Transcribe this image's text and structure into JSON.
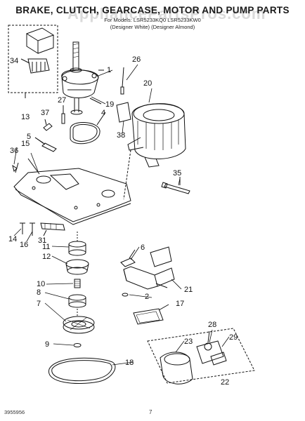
{
  "header": {
    "title": "BRAKE, CLUTCH, GEARCASE, MOTOR AND PUMP PARTS",
    "subtitle_line1": "For Models: LSR5233KQ0  LSR5233KW0",
    "subtitle_line2": "(Designer White)  (Designer Almond)",
    "watermark": "AppliancePartsPros.com"
  },
  "footer": {
    "doc_number": "3955956",
    "page_number": "7"
  },
  "colors": {
    "ink": "#111111",
    "paper": "#ffffff",
    "watermark": "#b0b0b0"
  },
  "callouts": [
    {
      "id": "1",
      "label": "1"
    },
    {
      "id": "2",
      "label": "2"
    },
    {
      "id": "4",
      "label": "4"
    },
    {
      "id": "5",
      "label": "5"
    },
    {
      "id": "6",
      "label": "6"
    },
    {
      "id": "7",
      "label": "7"
    },
    {
      "id": "8",
      "label": "8"
    },
    {
      "id": "9",
      "label": "9"
    },
    {
      "id": "10",
      "label": "10"
    },
    {
      "id": "11",
      "label": "11"
    },
    {
      "id": "12",
      "label": "12"
    },
    {
      "id": "13",
      "label": "13"
    },
    {
      "id": "14",
      "label": "14"
    },
    {
      "id": "15",
      "label": "15"
    },
    {
      "id": "16",
      "label": "16"
    },
    {
      "id": "17",
      "label": "17"
    },
    {
      "id": "18",
      "label": "18"
    },
    {
      "id": "19",
      "label": "19"
    },
    {
      "id": "20",
      "label": "20"
    },
    {
      "id": "21",
      "label": "21"
    },
    {
      "id": "22",
      "label": "22"
    },
    {
      "id": "23",
      "label": "23"
    },
    {
      "id": "26",
      "label": "26"
    },
    {
      "id": "27",
      "label": "27"
    },
    {
      "id": "28",
      "label": "28"
    },
    {
      "id": "29",
      "label": "29"
    },
    {
      "id": "31",
      "label": "31"
    },
    {
      "id": "34",
      "label": "34"
    },
    {
      "id": "35",
      "label": "35"
    },
    {
      "id": "36",
      "label": "36"
    },
    {
      "id": "37",
      "label": "37"
    },
    {
      "id": "38",
      "label": "38"
    }
  ]
}
